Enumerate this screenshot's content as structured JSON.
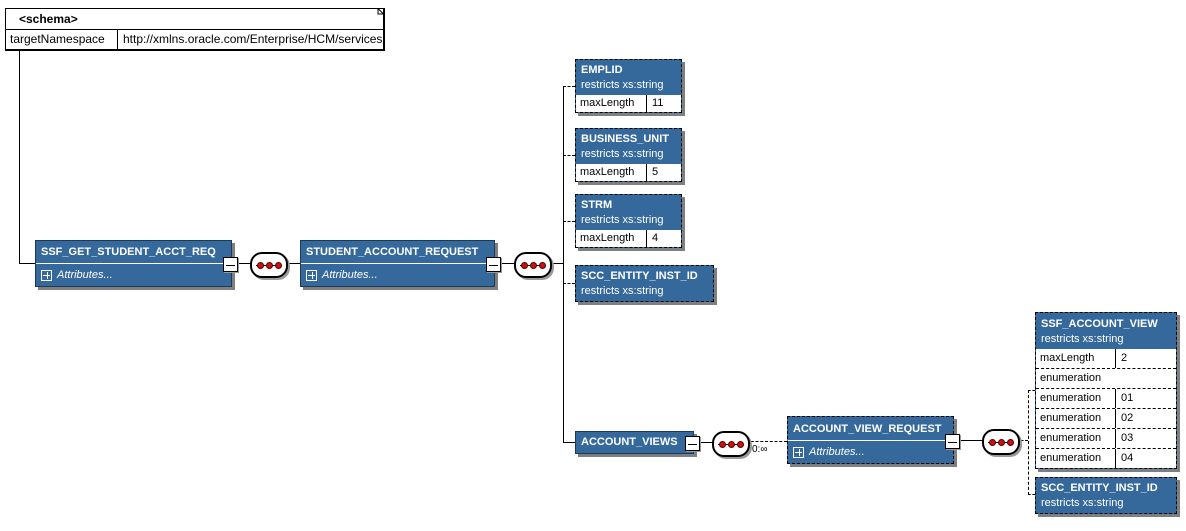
{
  "colors": {
    "node_fill": "#35689B",
    "node_border": "#1C3A57",
    "sequence_dot_red": "#CC1111",
    "line_black": "#000000",
    "background": "#FFFFFF"
  },
  "schema_box": {
    "title": "<schema>",
    "attr_name": "targetNamespace",
    "attr_value": "http://xmlns.oracle.com/Enterprise/HCM/services"
  },
  "labels": {
    "attributes": "Attributes...",
    "cardinality": "0:∞"
  },
  "nodes": {
    "ssf_get_student_acct_req": {
      "title": "SSF_GET_STUDENT_ACCT_REQ"
    },
    "student_account_request": {
      "title": "STUDENT_ACCOUNT_REQUEST"
    },
    "emplid": {
      "title": "EMPLID",
      "subtitle": "restricts xs:string",
      "facets": [
        {
          "name": "maxLength",
          "value": "11"
        }
      ]
    },
    "business_unit": {
      "title": "BUSINESS_UNIT",
      "subtitle": "restricts xs:string",
      "facets": [
        {
          "name": "maxLength",
          "value": "5"
        }
      ]
    },
    "strm": {
      "title": "STRM",
      "subtitle": "restricts xs:string",
      "facets": [
        {
          "name": "maxLength",
          "value": "4"
        }
      ]
    },
    "scc_entity_inst_id": {
      "title": "SCC_ENTITY_INST_ID",
      "subtitle": "restricts xs:string"
    },
    "account_views": {
      "title": "ACCOUNT_VIEWS"
    },
    "account_view_request": {
      "title": "ACCOUNT_VIEW_REQUEST"
    },
    "ssf_account_view": {
      "title": "SSF_ACCOUNT_VIEW",
      "subtitle": "restricts xs:string",
      "facets": [
        {
          "name": "maxLength",
          "value": "2"
        },
        {
          "name": "enumeration",
          "value": ""
        },
        {
          "name": "enumeration",
          "value": "01"
        },
        {
          "name": "enumeration",
          "value": "02"
        },
        {
          "name": "enumeration",
          "value": "03"
        },
        {
          "name": "enumeration",
          "value": "04"
        }
      ]
    },
    "scc_entity_inst_id_2": {
      "title": "SCC_ENTITY_INST_ID",
      "subtitle": "restricts xs:string"
    }
  }
}
